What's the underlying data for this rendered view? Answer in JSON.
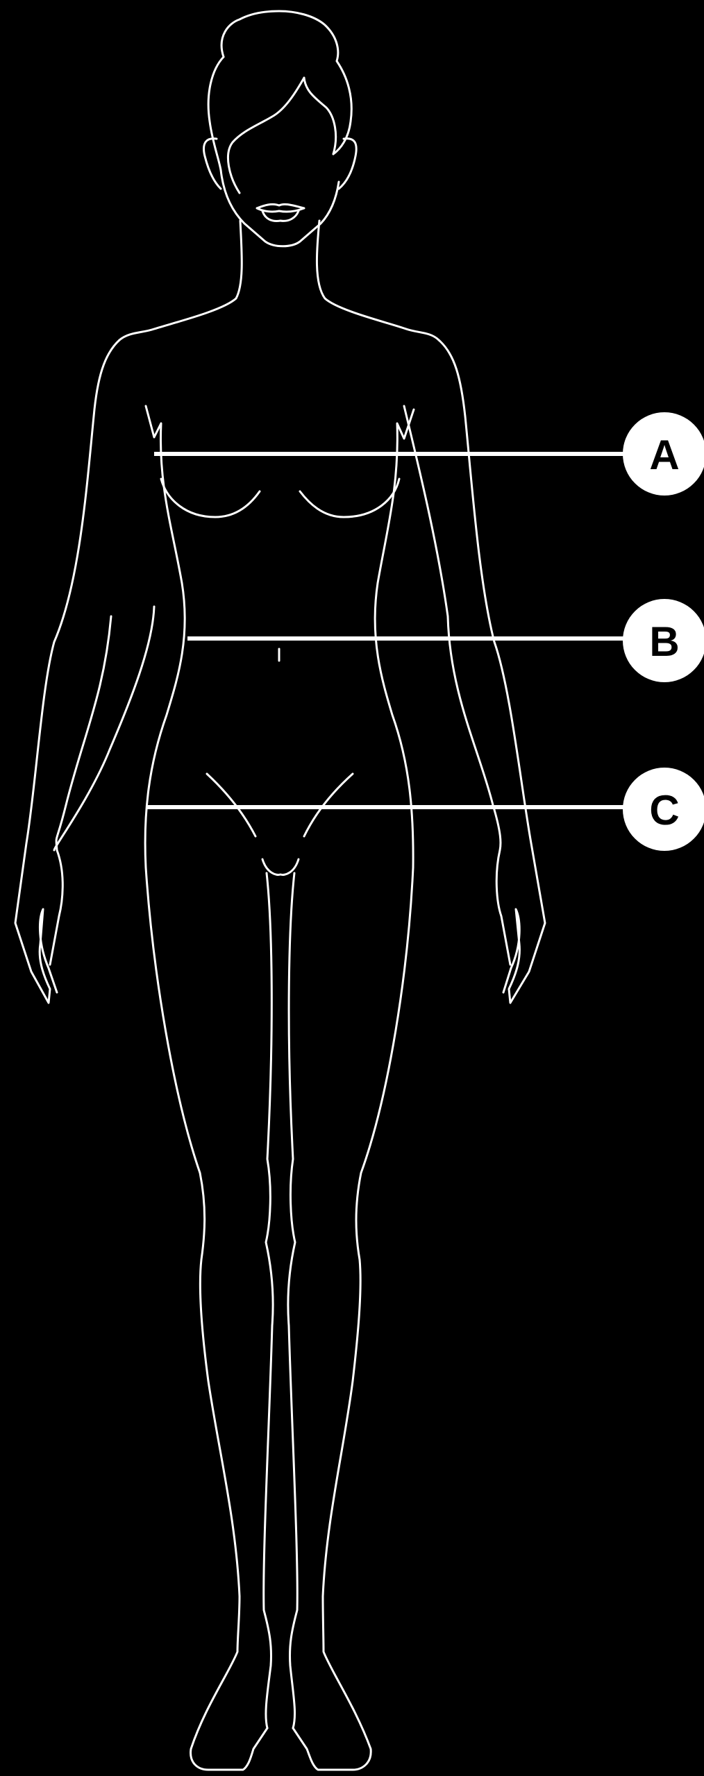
{
  "measurements": [
    {
      "label": "A"
    },
    {
      "label": "B"
    },
    {
      "label": "C"
    }
  ],
  "colors": {
    "background": "#000000",
    "outline": "#ffffff",
    "badge_text": "#000000"
  }
}
